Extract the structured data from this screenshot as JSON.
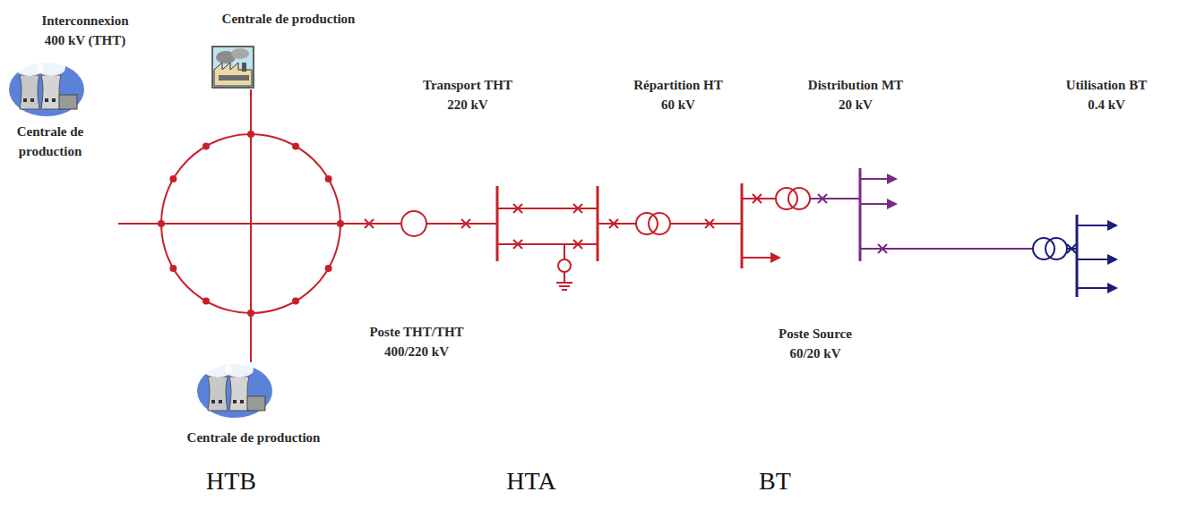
{
  "diagram": {
    "labels": [
      "Centrale de production",
      "Interconnexion 400 kV (THT)",
      "Transport THT 220 kV",
      "Répartition HT 60 kV",
      "Distribution MT 20 kV",
      "Utilisation BT 0.4 kV",
      "Centrale de production",
      "Poste THT/THT 400/220 kV",
      "Poste Source 60/20 kV",
      "Centrale de production",
      "HTB",
      "HTA",
      "BT"
    ]
  }
}
